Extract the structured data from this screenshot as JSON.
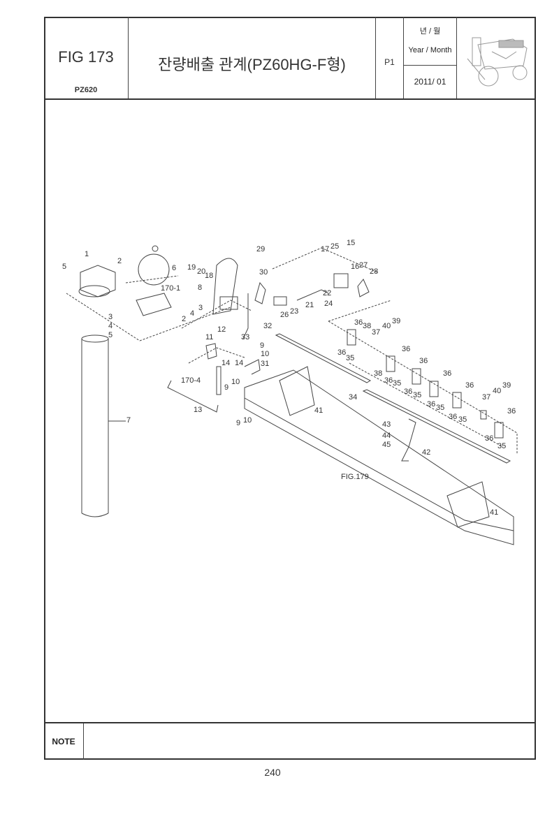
{
  "header": {
    "fig_number": "FIG 173",
    "model": "PZ620",
    "title": "잔량배출 관계(PZ60HG-F형)",
    "page": "P1",
    "year_month_kr": "년 / 월",
    "year_month_en": "Year / Month",
    "date": "2011/ 01"
  },
  "diagram": {
    "callouts": [
      "1",
      "2",
      "5",
      "6",
      "170-1",
      "3",
      "4",
      "5",
      "7",
      "19",
      "20",
      "18",
      "8",
      "29",
      "30",
      "17",
      "25",
      "15",
      "16",
      "27",
      "28",
      "22",
      "24",
      "21",
      "26",
      "23",
      "32",
      "2",
      "4",
      "3",
      "11",
      "12",
      "33",
      "9",
      "10",
      "31",
      "14",
      "14",
      "170-4",
      "10",
      "9",
      "13",
      "9",
      "10",
      "41",
      "34",
      "36",
      "38",
      "37",
      "40",
      "39",
      "36",
      "35",
      "36",
      "38",
      "36",
      "35",
      "36",
      "36",
      "35",
      "36",
      "36",
      "35",
      "36",
      "37",
      "40",
      "39",
      "36",
      "35",
      "36",
      "36",
      "35",
      "43",
      "44",
      "45",
      "42",
      "FIG.179",
      "41"
    ]
  },
  "note": {
    "label": "NOTE"
  },
  "footer": {
    "page_number": "240"
  }
}
